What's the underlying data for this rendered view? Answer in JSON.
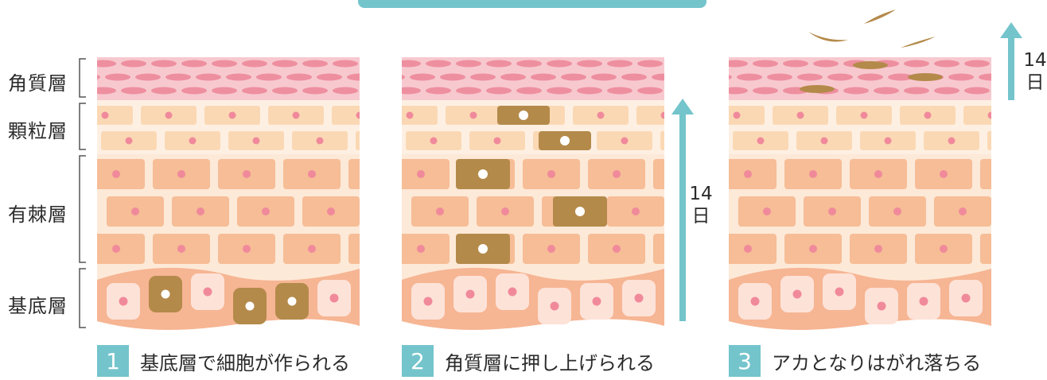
{
  "layers": [
    {
      "label": "角質層"
    },
    {
      "label": "顆粒層"
    },
    {
      "label": "有棘層"
    },
    {
      "label": "基底層"
    }
  ],
  "arrows": [
    {
      "days_number": "14",
      "days_unit": "日"
    },
    {
      "days_number": "14",
      "days_unit": "日"
    }
  ],
  "panels": [
    {
      "step": "1",
      "caption": "基底層で細胞が作られる"
    },
    {
      "step": "2",
      "caption": "角質層に押し上げられる"
    },
    {
      "step": "3",
      "caption": "アカとなりはがれ落ちる"
    }
  ],
  "colors": {
    "accent": "#74c4cc",
    "corneum_stripe": "#f7c9cf",
    "corneum_cell": "#ee8fa0",
    "granular_bg": "#fdf0e3",
    "granular_cell": "#fbd8b4",
    "spinous_bg": "#fde9d8",
    "spinous_cell": "#f6bd96",
    "basal_bg": "#f6b593",
    "basal_cell": "#fde2d8",
    "nucleus": "#f08a9b",
    "marked_cell": "#b48a4a",
    "marked_nucleus": "#ffffff"
  }
}
